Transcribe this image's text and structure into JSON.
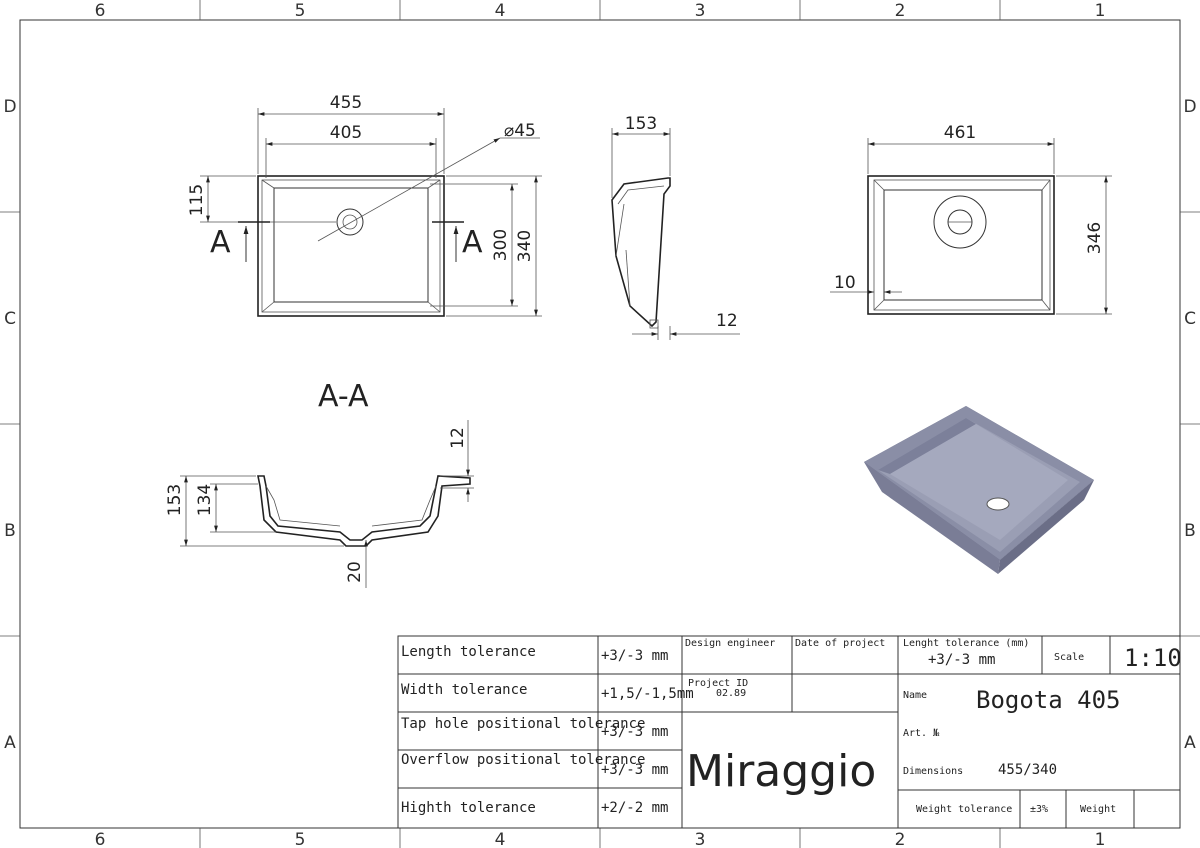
{
  "zones": {
    "columns": [
      "6",
      "5",
      "4",
      "3",
      "2",
      "1"
    ],
    "rows": [
      "D",
      "C",
      "B",
      "A"
    ]
  },
  "top_view": {
    "dim_overall_width": "455",
    "dim_inner_width": "405",
    "dim_hole_diameter": "⌀45",
    "dim_hole_offset": "115",
    "dim_inner_depth": "300",
    "dim_overall_depth": "340",
    "section_mark": "A"
  },
  "side_view": {
    "dim_height": "153",
    "dim_flange": "12"
  },
  "cutout_view": {
    "dim_width": "461",
    "dim_depth": "346",
    "dim_offset": "10"
  },
  "section_view": {
    "title": "A-A",
    "dim_flange": "12",
    "dim_total_height": "153",
    "dim_bowl_height": "134",
    "dim_drain": "20"
  },
  "title_block": {
    "tolerances": [
      {
        "label": "Length tolerance",
        "value": "+3/-3 mm"
      },
      {
        "label": "Width tolerance",
        "value": "+1,5/-1,5mm"
      },
      {
        "label": "Tap hole positional tolerance",
        "value": "+3/-3 mm"
      },
      {
        "label": "Overflow positional tolerance",
        "value": "+3/-3 mm"
      },
      {
        "label": "Highth tolerance",
        "value": "+2/-2 mm"
      }
    ],
    "design_engineer_label": "Design engineer",
    "date_label": "Date of project",
    "project_id_label": "Project ID",
    "project_id_value": "02.89",
    "brand": "Miraggio",
    "length_tolerance_label": "Lenght tolerance (mm)",
    "length_tolerance_value": "+3/-3 mm",
    "scale_label": "Scale",
    "scale_value": "1:10",
    "name_label": "Name",
    "name_value": "Bogota 405",
    "art_label": "Art. №",
    "dimensions_label": "Dimensions",
    "dimensions_value": "455/340",
    "weight_tolerance_label": "Weight tolerance",
    "weight_tolerance_value": "±3%",
    "weight_label": "Weight"
  },
  "colors": {
    "render_fill": "#8a8ea6",
    "render_inner": "#9a9eb4",
    "render_shadow": "#6e7189"
  }
}
